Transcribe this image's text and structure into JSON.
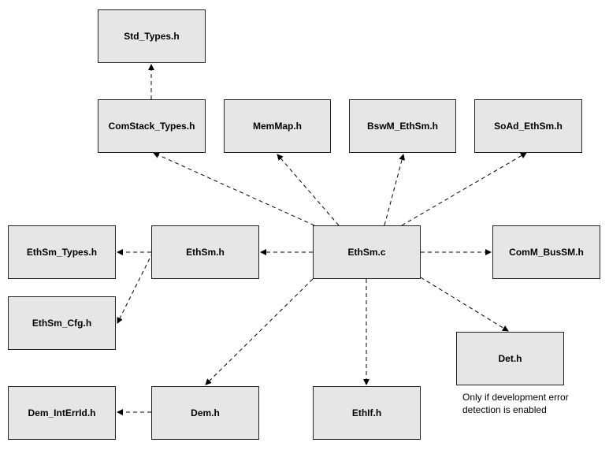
{
  "nodes": {
    "std_types": "Std_Types.h",
    "comstack_types": "ComStack_Types.h",
    "memmap": "MemMap.h",
    "bswm_ethsm": "BswM_EthSm.h",
    "soad_ethsm": "SoAd_EthSm.h",
    "ethsm_types": "EthSm_Types.h",
    "ethsm_h": "EthSm.h",
    "ethsm_c": "EthSm.c",
    "comm_bussm": "ComM_BusSM.h",
    "ethsm_cfg": "EthSm_Cfg.h",
    "det": "Det.h",
    "dem_interrid": "Dem_IntErrId.h",
    "dem": "Dem.h",
    "ethif": "EthIf.h"
  },
  "note": {
    "line1": "Only if development error",
    "line2": "detection is enabled"
  },
  "colors": {
    "box_fill": "#e6e6e6",
    "box_border": "#222222",
    "edge": "#000000"
  },
  "edges": [
    {
      "from": "comstack_types",
      "to": "std_types"
    },
    {
      "from": "ethsm_c",
      "to": "comstack_types"
    },
    {
      "from": "ethsm_c",
      "to": "memmap"
    },
    {
      "from": "ethsm_c",
      "to": "bswm_ethsm"
    },
    {
      "from": "ethsm_c",
      "to": "soad_ethsm"
    },
    {
      "from": "ethsm_c",
      "to": "ethsm_h"
    },
    {
      "from": "ethsm_h",
      "to": "ethsm_types"
    },
    {
      "from": "ethsm_h",
      "to": "ethsm_cfg"
    },
    {
      "from": "ethsm_c",
      "to": "comm_bussm"
    },
    {
      "from": "ethsm_c",
      "to": "det"
    },
    {
      "from": "ethsm_c",
      "to": "dem"
    },
    {
      "from": "ethsm_c",
      "to": "ethif"
    },
    {
      "from": "dem",
      "to": "dem_interrid"
    }
  ]
}
